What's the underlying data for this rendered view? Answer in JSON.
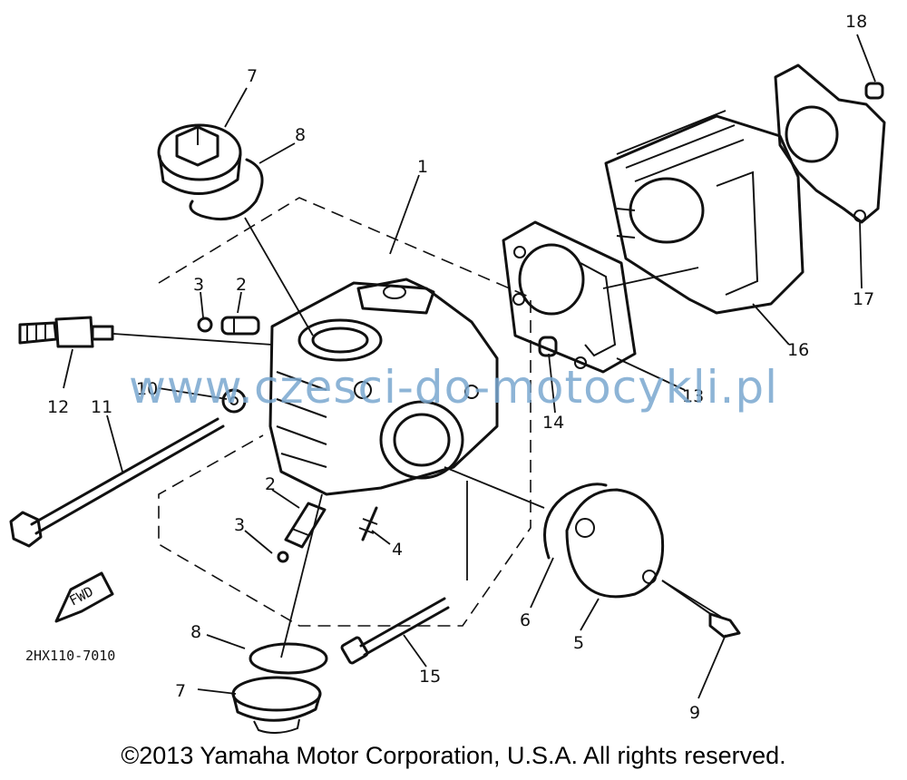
{
  "diagram": {
    "part_code": "2HX110-7010",
    "fwd_label": "FWD",
    "watermark": "www.czesci-do-motocykli.pl",
    "copyright": "©2013 Yamaha Motor Corporation, U.S.A. All rights reserved.",
    "callouts": [
      {
        "id": "c7a",
        "label": "7"
      },
      {
        "id": "c8a",
        "label": "8"
      },
      {
        "id": "c1",
        "label": "1"
      },
      {
        "id": "c3a",
        "label": "3"
      },
      {
        "id": "c2a",
        "label": "2"
      },
      {
        "id": "c12",
        "label": "12"
      },
      {
        "id": "c10",
        "label": "10"
      },
      {
        "id": "c11",
        "label": "11"
      },
      {
        "id": "c2b",
        "label": "2"
      },
      {
        "id": "c3b",
        "label": "3"
      },
      {
        "id": "c4",
        "label": "4"
      },
      {
        "id": "c8b",
        "label": "8"
      },
      {
        "id": "c7b",
        "label": "7"
      },
      {
        "id": "c15",
        "label": "15"
      },
      {
        "id": "c6",
        "label": "6"
      },
      {
        "id": "c5",
        "label": "5"
      },
      {
        "id": "c9",
        "label": "9"
      },
      {
        "id": "c14",
        "label": "14"
      },
      {
        "id": "c13",
        "label": "13"
      },
      {
        "id": "c16",
        "label": "16"
      },
      {
        "id": "c17",
        "label": "17"
      },
      {
        "id": "c18",
        "label": "18"
      }
    ]
  }
}
